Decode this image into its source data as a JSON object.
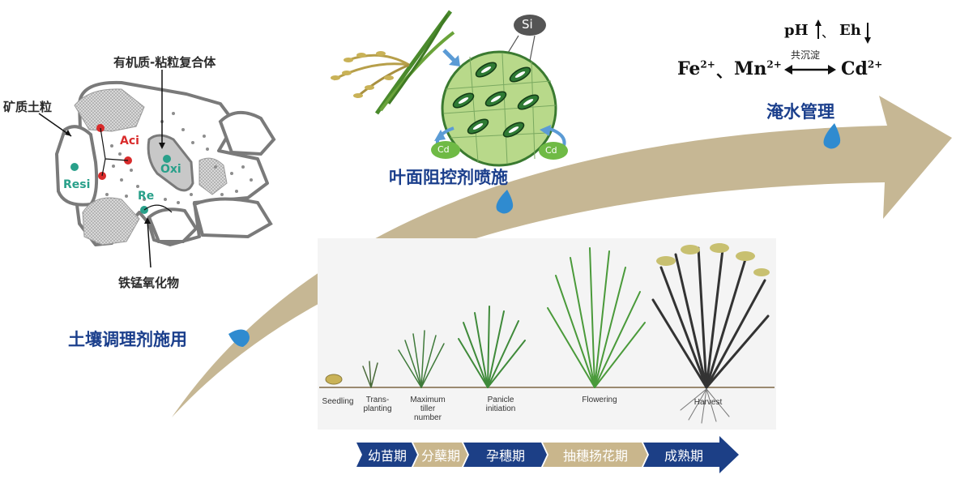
{
  "soil_panel": {
    "label_mineral": "矿质土粒",
    "label_organic": "有机质-粘粒复合体",
    "label_femn": "铁锰氧化物",
    "fraction_aci": "Aci",
    "fraction_oxi": "Oxi",
    "fraction_resi": "Resi",
    "fraction_re": "Re"
  },
  "foliar_panel": {
    "si_label": "Si",
    "cd_left": "Cd",
    "cd_right": "Cd",
    "title": "叶面阻控剂喷施"
  },
  "water_panel": {
    "ph": "pH",
    "eh": "Eh",
    "separator": "、",
    "coprecip": "共沉淀",
    "fe": "Fe",
    "fe_charge": "2+",
    "mn_sep": "、",
    "mn": "Mn",
    "mn_charge": "2+",
    "cd": "Cd",
    "cd_charge": "2+",
    "title": "淹水管理"
  },
  "soil_amend_title": "土壤调理剂施用",
  "growth_stages_en": {
    "seedling": "Seedling",
    "transplanting_1": "Trans-",
    "transplanting_2": "planting",
    "max_tiller_1": "Maximum",
    "max_tiller_2": "tiller",
    "max_tiller_3": "number",
    "panicle_1": "Panicle",
    "panicle_2": "initiation",
    "flowering": "Flowering",
    "harvest": "Harvest"
  },
  "stage_bar": {
    "s1": "幼苗期",
    "s2": "分蘖期",
    "s3": "孕穗期",
    "s4": "抽穗扬花期",
    "s5": "成熟期"
  },
  "colors": {
    "arrow_tan": "#c6b794",
    "title_blue": "#1b3f8c",
    "drop_blue": "#2f8bd0",
    "stage_navy": "#1c3f86",
    "stage_tan": "#c9b68c",
    "fraction_red": "#d92b2b",
    "fraction_teal": "#29a08a"
  }
}
